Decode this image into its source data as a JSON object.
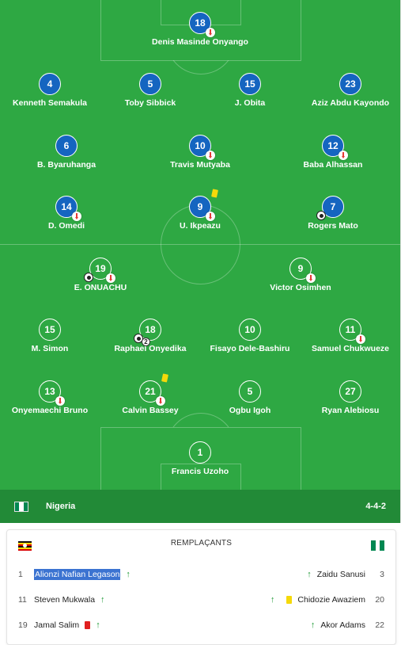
{
  "colors": {
    "pitch": "#2ea843",
    "team_bar": "#228a37",
    "home_badge": "#1565c0",
    "away_badge": "#2ea843",
    "sub_in_arrow": "#1e9a35",
    "sub_out_arrow": "#e53935",
    "yellow_card": "#f5d90a",
    "red_card": "#e02020",
    "highlight": "#3b73d1"
  },
  "home_lineup": [
    {
      "number": "18",
      "name": "Denis Masinde Onyango",
      "events": [
        "sub-out"
      ]
    },
    {
      "number": "4",
      "name": "Kenneth Semakula",
      "events": []
    },
    {
      "number": "5",
      "name": "Toby Sibbick",
      "events": []
    },
    {
      "number": "15",
      "name": "J. Obita",
      "events": []
    },
    {
      "number": "23",
      "name": "Aziz Abdu Kayondo",
      "events": []
    },
    {
      "number": "6",
      "name": "B. Byaruhanga",
      "events": []
    },
    {
      "number": "10",
      "name": "Travis Mutyaba",
      "events": [
        "sub-out"
      ]
    },
    {
      "number": "12",
      "name": "Baba Alhassan",
      "events": [
        "sub-out"
      ]
    },
    {
      "number": "14",
      "name": "D. Omedi",
      "events": [
        "sub-out"
      ]
    },
    {
      "number": "9",
      "name": "U. Ikpeazu",
      "events": [
        "sub-out",
        "yellow"
      ]
    },
    {
      "number": "7",
      "name": "Rogers Mato",
      "events": [
        "goal"
      ]
    }
  ],
  "away_lineup": [
    {
      "number": "19",
      "name": "E. ONUACHU",
      "events": [
        "goal",
        "sub-out"
      ]
    },
    {
      "number": "9",
      "name": "Victor Osimhen",
      "events": [
        "sub-out"
      ]
    },
    {
      "number": "15",
      "name": "M. Simon",
      "events": []
    },
    {
      "number": "18",
      "name": "Raphael Onyedika",
      "events": [
        "goal-2"
      ]
    },
    {
      "number": "10",
      "name": "Fisayo Dele-Bashiru",
      "events": []
    },
    {
      "number": "11",
      "name": "Samuel Chukwueze",
      "events": [
        "sub-out"
      ]
    },
    {
      "number": "13",
      "name": "Onyemaechi Bruno",
      "events": [
        "sub-out"
      ]
    },
    {
      "number": "21",
      "name": "Calvin Bassey",
      "events": [
        "sub-out",
        "yellow"
      ]
    },
    {
      "number": "5",
      "name": "Ogbu Igoh",
      "events": []
    },
    {
      "number": "27",
      "name": "Ryan Alebiosu",
      "events": []
    },
    {
      "number": "1",
      "name": "Francis Uzoho",
      "events": []
    }
  ],
  "goal_count_label": "2",
  "team_bar": {
    "team": "Nigeria",
    "formation": "4-4-2"
  },
  "subs": {
    "title": "REMPLAÇANTS",
    "home": [
      {
        "number": "1",
        "name": "Alionzi Nafian Legason",
        "highlighted": true,
        "card": ""
      },
      {
        "number": "11",
        "name": "Steven Mukwala",
        "highlighted": false,
        "card": ""
      },
      {
        "number": "19",
        "name": "Jamal Salim",
        "highlighted": false,
        "card": "red"
      }
    ],
    "away": [
      {
        "number": "3",
        "name": "Zaidu Sanusi",
        "card": ""
      },
      {
        "number": "20",
        "name": "Chidozie Awaziem",
        "card": "yellow"
      },
      {
        "number": "22",
        "name": "Akor Adams",
        "card": ""
      }
    ],
    "arrow_glyph": "↑"
  }
}
